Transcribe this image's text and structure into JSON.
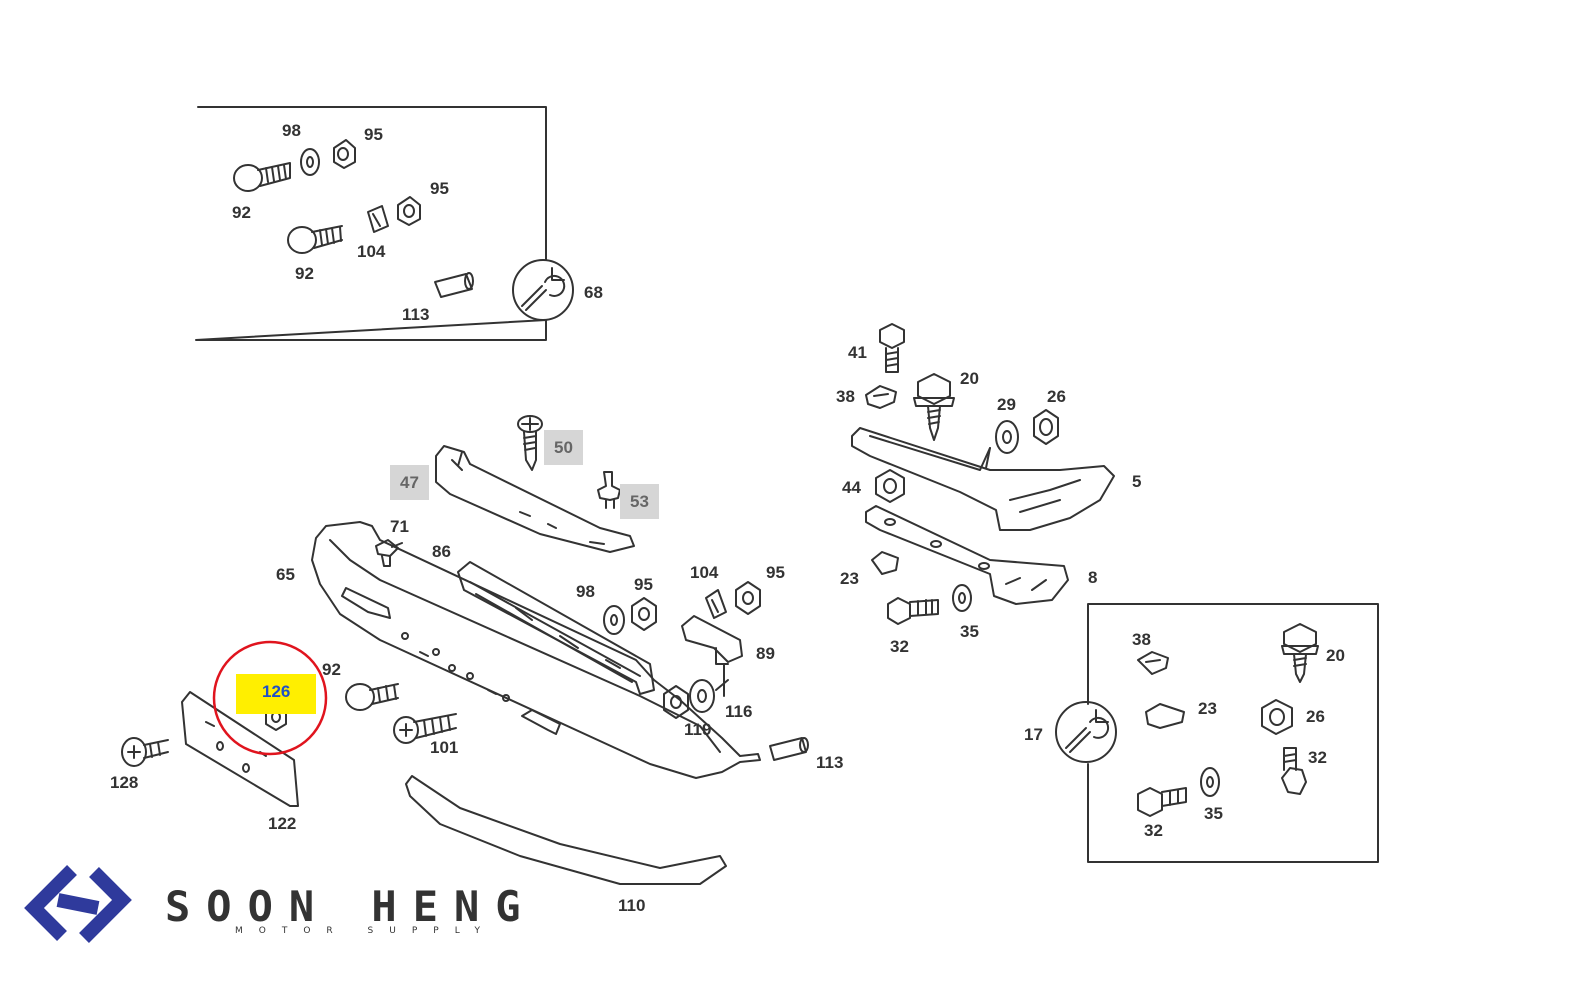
{
  "brand": {
    "name": "SOON HENG",
    "tagline": "MOTOR SUPPLY",
    "logo_color": "#2f3a9c"
  },
  "highlight": {
    "part": "126",
    "marker_color": "#ffef00",
    "circle_color": "#e0141e"
  },
  "callouts": {
    "c5": "5",
    "c8": "8",
    "c17": "17",
    "c20": "20",
    "c20b": "20",
    "c23": "23",
    "c23b": "23",
    "c26": "26",
    "c26b": "26",
    "c29": "29",
    "c32": "32",
    "c32b": "32",
    "c32c": "32",
    "c35": "35",
    "c35b": "35",
    "c38": "38",
    "c38b": "38",
    "c41": "41",
    "c44": "44",
    "c47": "47",
    "c50": "50",
    "c53": "53",
    "c65": "65",
    "c68": "68",
    "c71": "71",
    "c86": "86",
    "c89": "89",
    "c92a": "92",
    "c92b": "92",
    "c92c": "92",
    "c95a": "95",
    "c95b": "95",
    "c95c": "95",
    "c95d": "95",
    "c98a": "98",
    "c98b": "98",
    "c101": "101",
    "c104a": "104",
    "c104b": "104",
    "c110": "110",
    "c113a": "113",
    "c113b": "113",
    "c116": "116",
    "c119": "119",
    "c122": "122",
    "c126": "126",
    "c128": "128"
  }
}
